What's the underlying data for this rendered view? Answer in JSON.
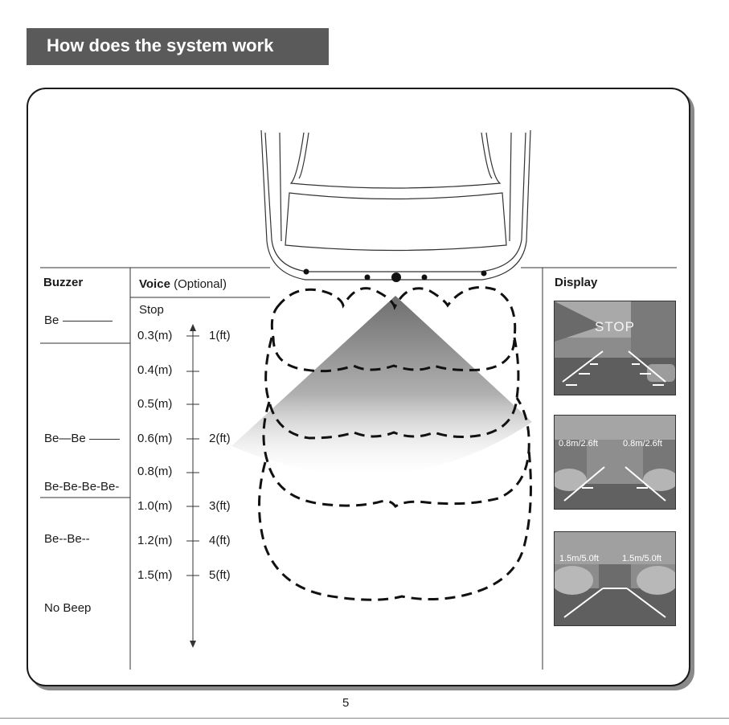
{
  "title": "How does the system work",
  "headers": {
    "buzzer": "Buzzer",
    "voice": "Voice",
    "voice_optional": "(Optional)",
    "display": "Display"
  },
  "voice_stop": "Stop",
  "buzzer_labels": [
    "Be",
    "Be—Be",
    "Be-Be-Be-Be-",
    "Be--Be--",
    "No Beep"
  ],
  "distances_m": [
    "0.3(m)",
    "0.4(m)",
    "0.5(m)",
    "0.6(m)",
    "0.8(m)",
    "1.0(m)",
    "1.2(m)",
    "1.5(m)"
  ],
  "distances_ft": [
    "1(ft)",
    "2(ft)",
    "3(ft)",
    "4(ft)",
    "5(ft)"
  ],
  "displays": {
    "screen1_text": "STOP",
    "screen2_left": "0.8m/2.6ft",
    "screen2_right": "0.8m/2.6ft",
    "screen3_left": "1.5m/5.0ft",
    "screen3_right": "1.5m/5.0ft"
  },
  "page_number": "5"
}
